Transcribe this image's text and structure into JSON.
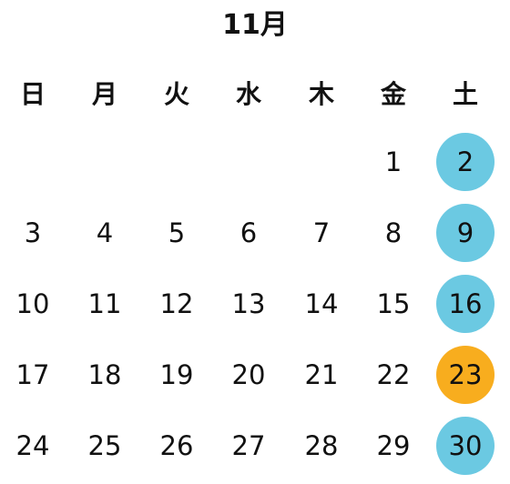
{
  "calendar": {
    "month_title": "11月",
    "weekdays": [
      "日",
      "月",
      "火",
      "水",
      "木",
      "金",
      "土"
    ],
    "weeks": [
      [
        "",
        "",
        "",
        "",
        "",
        "1",
        "2"
      ],
      [
        "3",
        "4",
        "5",
        "6",
        "7",
        "8",
        "9"
      ],
      [
        "10",
        "11",
        "12",
        "13",
        "14",
        "15",
        "16"
      ],
      [
        "17",
        "18",
        "19",
        "20",
        "21",
        "22",
        "23"
      ],
      [
        "24",
        "25",
        "26",
        "27",
        "28",
        "29",
        "30"
      ]
    ],
    "highlight_colors": {
      "saturday": "#6bc9e2",
      "special": "#f8ad1e"
    },
    "highlights": {
      "2": "saturday",
      "9": "saturday",
      "16": "saturday",
      "23": "special",
      "30": "saturday"
    }
  }
}
